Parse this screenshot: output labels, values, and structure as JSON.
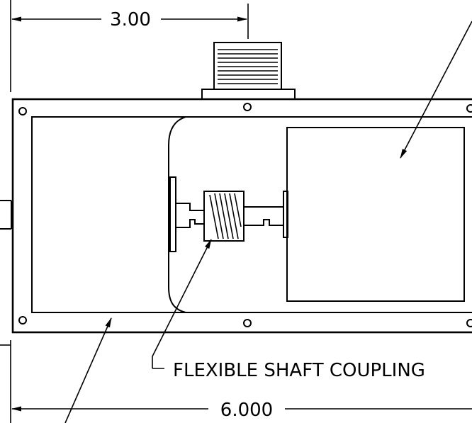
{
  "dimensions": {
    "top_width": "3.00",
    "bottom_width": "6.000"
  },
  "labels": {
    "coupling": "FLEXIBLE SHAFT COUPLING"
  }
}
